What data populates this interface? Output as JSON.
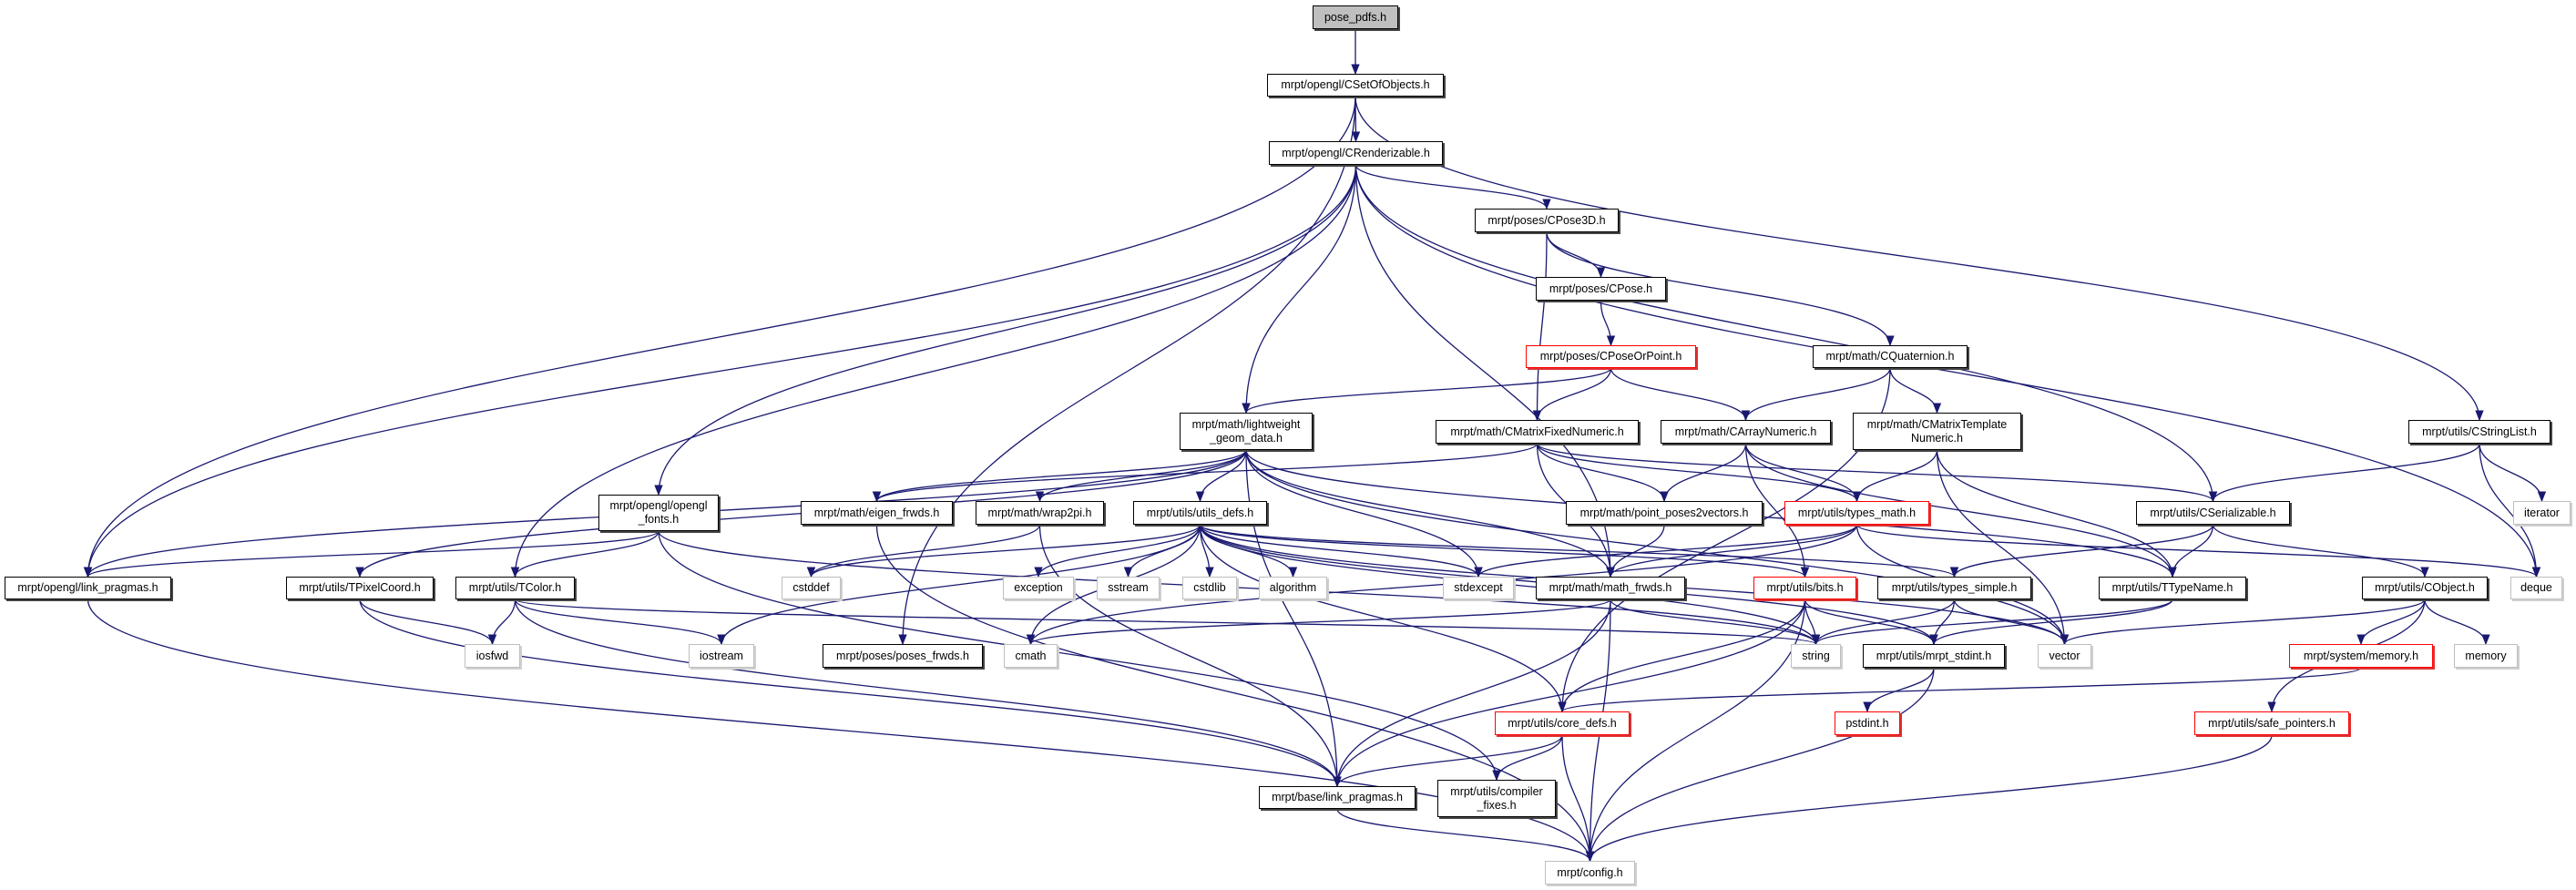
{
  "colors": {
    "edge": "#191970",
    "node_border": "#000000",
    "external_border": "#bfbfbf",
    "warning_border": "#ff0000",
    "root_fill": "#bfbfbf"
  },
  "nodes": {
    "pose_pdfs": "pose_pdfs.h",
    "CSetOfObjects": "mrpt/opengl/CSetOfObjects.h",
    "CRenderizable": "mrpt/opengl/CRenderizable.h",
    "CPose3D": "mrpt/poses/CPose3D.h",
    "CPose": "mrpt/poses/CPose.h",
    "CPoseOrPoint": "mrpt/poses/CPoseOrPoint.h",
    "CQuaternion": "mrpt/math/CQuaternion.h",
    "lightweight": "mrpt/math/lightweight\n_geom_data.h",
    "CMatrixFixedNumeric": "mrpt/math/CMatrixFixedNumeric.h",
    "CArrayNumeric": "mrpt/math/CArrayNumeric.h",
    "CMatrixTemplateNumeric": "mrpt/math/CMatrixTemplate\nNumeric.h",
    "CStringList": "mrpt/utils/CStringList.h",
    "opengl_fonts": "mrpt/opengl/opengl\n_fonts.h",
    "eigen_frwds": "mrpt/math/eigen_frwds.h",
    "wrap2pi": "mrpt/math/wrap2pi.h",
    "utils_defs": "mrpt/utils/utils_defs.h",
    "point_poses2vectors": "mrpt/math/point_poses2vectors.h",
    "types_math": "mrpt/utils/types_math.h",
    "CSerializable": "mrpt/utils/CSerializable.h",
    "iterator": "iterator",
    "gl_link_pragmas": "mrpt/opengl/link_pragmas.h",
    "TPixelCoord": "mrpt/utils/TPixelCoord.h",
    "TColor": "mrpt/utils/TColor.h",
    "cstddef": "cstddef",
    "exception": "exception",
    "sstream": "sstream",
    "cstdlib": "cstdlib",
    "algorithm": "algorithm",
    "stdexcept": "stdexcept",
    "math_frwds": "mrpt/math/math_frwds.h",
    "bits": "mrpt/utils/bits.h",
    "types_simple": "mrpt/utils/types_simple.h",
    "TTypeName": "mrpt/utils/TTypeName.h",
    "CObject": "mrpt/utils/CObject.h",
    "deque": "deque",
    "iosfwd": "iosfwd",
    "iostream": "iostream",
    "poses_frwds": "mrpt/poses/poses_frwds.h",
    "cmath": "cmath",
    "string": "string",
    "mrpt_stdint": "mrpt/utils/mrpt_stdint.h",
    "vector": "vector",
    "system_memory": "mrpt/system/memory.h",
    "memory": "memory",
    "core_defs": "mrpt/utils/core_defs.h",
    "pstdint": "pstdint.h",
    "safe_pointers": "mrpt/utils/safe_pointers.h",
    "base_link_pragmas": "mrpt/base/link_pragmas.h",
    "compiler_fixes": "mrpt/utils/compiler\n_fixes.h",
    "config": "mrpt/config.h"
  },
  "edges": [
    [
      "pose_pdfs",
      "CSetOfObjects"
    ],
    [
      "CSetOfObjects",
      "CRenderizable"
    ],
    [
      "CSetOfObjects",
      "gl_link_pragmas"
    ],
    [
      "CSetOfObjects",
      "poses_frwds"
    ],
    [
      "CSetOfObjects",
      "CStringList"
    ],
    [
      "CRenderizable",
      "CPose3D"
    ],
    [
      "CRenderizable",
      "lightweight"
    ],
    [
      "CRenderizable",
      "opengl_fonts"
    ],
    [
      "CRenderizable",
      "TColor"
    ],
    [
      "CRenderizable",
      "gl_link_pragmas"
    ],
    [
      "CRenderizable",
      "math_frwds"
    ],
    [
      "CRenderizable",
      "CSerializable"
    ],
    [
      "CRenderizable",
      "deque"
    ],
    [
      "CPose3D",
      "CPose"
    ],
    [
      "CPose3D",
      "CMatrixFixedNumeric"
    ],
    [
      "CPose3D",
      "CQuaternion"
    ],
    [
      "CPose",
      "CPoseOrPoint"
    ],
    [
      "CPoseOrPoint",
      "lightweight"
    ],
    [
      "CPoseOrPoint",
      "CMatrixFixedNumeric"
    ],
    [
      "CPoseOrPoint",
      "CArrayNumeric"
    ],
    [
      "CQuaternion",
      "CArrayNumeric"
    ],
    [
      "CQuaternion",
      "CMatrixTemplateNumeric"
    ],
    [
      "CQuaternion",
      "core_defs"
    ],
    [
      "lightweight",
      "eigen_frwds"
    ],
    [
      "lightweight",
      "wrap2pi"
    ],
    [
      "lightweight",
      "utils_defs"
    ],
    [
      "lightweight",
      "TPixelCoord"
    ],
    [
      "lightweight",
      "stdexcept"
    ],
    [
      "lightweight",
      "math_frwds"
    ],
    [
      "lightweight",
      "base_link_pragmas"
    ],
    [
      "lightweight",
      "TTypeName"
    ],
    [
      "lightweight",
      "vector"
    ],
    [
      "lightweight",
      "gl_link_pragmas"
    ],
    [
      "opengl_fonts",
      "gl_link_pragmas"
    ],
    [
      "opengl_fonts",
      "TColor"
    ],
    [
      "opengl_fonts",
      "compiler_fixes"
    ],
    [
      "opengl_fonts",
      "string"
    ],
    [
      "CMatrixFixedNumeric",
      "eigen_frwds"
    ],
    [
      "CMatrixFixedNumeric",
      "point_poses2vectors"
    ],
    [
      "CMatrixFixedNumeric",
      "math_frwds"
    ],
    [
      "CMatrixFixedNumeric",
      "types_math"
    ],
    [
      "CMatrixFixedNumeric",
      "CSerializable"
    ],
    [
      "CArrayNumeric",
      "point_poses2vectors"
    ],
    [
      "CArrayNumeric",
      "types_math"
    ],
    [
      "CArrayNumeric",
      "TTypeName"
    ],
    [
      "CArrayNumeric",
      "bits"
    ],
    [
      "CMatrixTemplateNumeric",
      "types_math"
    ],
    [
      "CMatrixTemplateNumeric",
      "TTypeName"
    ],
    [
      "CMatrixTemplateNumeric",
      "vector"
    ],
    [
      "CStringList",
      "CSerializable"
    ],
    [
      "CStringList",
      "deque"
    ],
    [
      "CStringList",
      "iterator"
    ],
    [
      "eigen_frwds",
      "config"
    ],
    [
      "wrap2pi",
      "cstddef"
    ],
    [
      "wrap2pi",
      "base_link_pragmas"
    ],
    [
      "utils_defs",
      "cstddef"
    ],
    [
      "utils_defs",
      "exception"
    ],
    [
      "utils_defs",
      "sstream"
    ],
    [
      "utils_defs",
      "cstdlib"
    ],
    [
      "utils_defs",
      "algorithm"
    ],
    [
      "utils_defs",
      "iostream"
    ],
    [
      "utils_defs",
      "cmath"
    ],
    [
      "utils_defs",
      "stdexcept"
    ],
    [
      "utils_defs",
      "core_defs"
    ],
    [
      "utils_defs",
      "vector"
    ],
    [
      "utils_defs",
      "string"
    ],
    [
      "utils_defs",
      "types_simple"
    ],
    [
      "utils_defs",
      "bits"
    ],
    [
      "utils_defs",
      "mrpt_stdint"
    ],
    [
      "TPixelCoord",
      "iosfwd"
    ],
    [
      "TPixelCoord",
      "base_link_pragmas"
    ],
    [
      "TColor",
      "iosfwd"
    ],
    [
      "TColor",
      "iostream"
    ],
    [
      "TColor",
      "base_link_pragmas"
    ],
    [
      "TColor",
      "string"
    ],
    [
      "point_poses2vectors",
      "math_frwds"
    ],
    [
      "types_math",
      "stdexcept"
    ],
    [
      "types_math",
      "math_frwds"
    ],
    [
      "types_math",
      "deque"
    ],
    [
      "types_math",
      "cmath"
    ],
    [
      "types_math",
      "vector"
    ],
    [
      "CSerializable",
      "types_simple"
    ],
    [
      "CSerializable",
      "TTypeName"
    ],
    [
      "CSerializable",
      "CObject"
    ],
    [
      "math_frwds",
      "cmath"
    ],
    [
      "math_frwds",
      "string"
    ],
    [
      "math_frwds",
      "base_link_pragmas"
    ],
    [
      "math_frwds",
      "config"
    ],
    [
      "bits",
      "mrpt_stdint"
    ],
    [
      "bits",
      "string"
    ],
    [
      "bits",
      "core_defs"
    ],
    [
      "bits",
      "base_link_pragmas"
    ],
    [
      "bits",
      "config"
    ],
    [
      "types_simple",
      "string"
    ],
    [
      "types_simple",
      "mrpt_stdint"
    ],
    [
      "types_simple",
      "vector"
    ],
    [
      "TTypeName",
      "string"
    ],
    [
      "TTypeName",
      "mrpt_stdint"
    ],
    [
      "CObject",
      "vector"
    ],
    [
      "CObject",
      "system_memory"
    ],
    [
      "CObject",
      "memory"
    ],
    [
      "CObject",
      "safe_pointers"
    ],
    [
      "mrpt_stdint",
      "pstdint"
    ],
    [
      "mrpt_stdint",
      "config"
    ],
    [
      "system_memory",
      "core_defs"
    ],
    [
      "core_defs",
      "base_link_pragmas"
    ],
    [
      "core_defs",
      "compiler_fixes"
    ],
    [
      "core_defs",
      "config"
    ],
    [
      "safe_pointers",
      "config"
    ],
    [
      "base_link_pragmas",
      "config"
    ],
    [
      "gl_link_pragmas",
      "config"
    ]
  ]
}
